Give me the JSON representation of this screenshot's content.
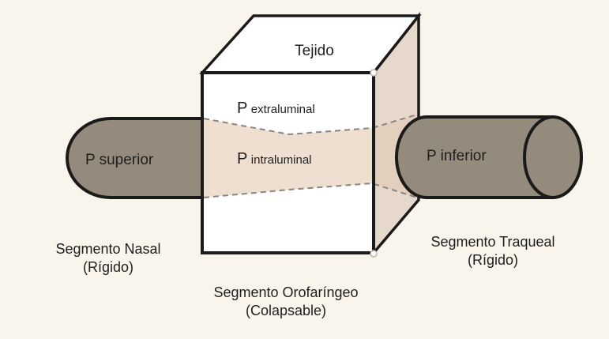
{
  "labels": {
    "tissue": "Tejido",
    "p_extraluminal_letter": "P",
    "p_extraluminal_sub": "extraluminal",
    "p_intraluminal_letter": "P",
    "p_intraluminal_sub": "intraluminal",
    "p_superior": "P superior",
    "p_inferior": "P inferior",
    "nasal_segment_line1": "Segmento Nasal",
    "nasal_segment_line2": "(Rígido)",
    "tracheal_segment_line1": "Segmento Traqueal",
    "tracheal_segment_line2": "(Rígido)",
    "oropharyngeal_segment_line1": "Segmento Orofaríngeo",
    "oropharyngeal_segment_line2": "(Colapsable)"
  },
  "colors": {
    "background": "#faf5ec",
    "rigid_tube_fill": "#948b7c",
    "collapsible_lumen_fill": "#efdfd0",
    "box_face_fill": "#ffffff",
    "box_side_fill": "#e6d8cb",
    "outline": "#1a1a1a",
    "dashed_line": "#8a8580"
  }
}
